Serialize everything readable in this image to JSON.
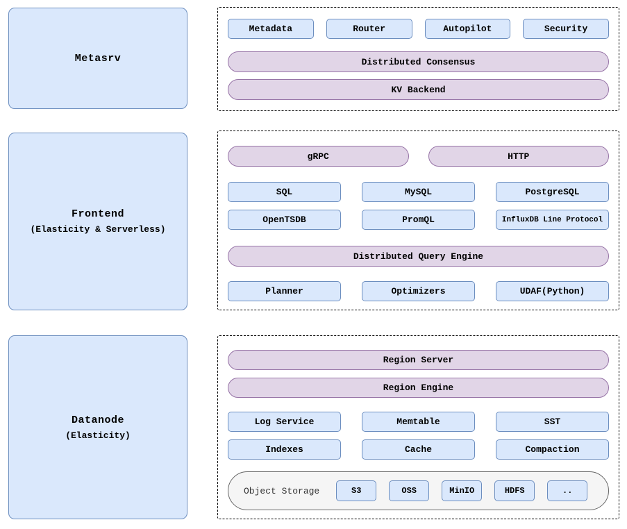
{
  "colors": {
    "box_fill": "#dae8fc",
    "box_border": "#6c8ebf",
    "pill_fill": "#e1d5e7",
    "pill_border": "#9673a6",
    "storage_fill": "#f5f5f5",
    "storage_border": "#666666",
    "panel_border": "#000000"
  },
  "metasrv": {
    "title": "Metasrv",
    "services": [
      "Metadata",
      "Router",
      "Autopilot",
      "Security"
    ],
    "consensus": "Distributed Consensus",
    "kv_backend": "KV Backend"
  },
  "frontend": {
    "title": "Frontend",
    "subtitle": "(Elasticity & Serverless)",
    "grpc": "gRPC",
    "http": "HTTP",
    "protocols_row1": [
      "SQL",
      "MySQL",
      "PostgreSQL"
    ],
    "protocols_row2": [
      "OpenTSDB",
      "PromQL",
      "InfluxDB Line Protocol"
    ],
    "query_engine": "Distributed Query Engine",
    "engine_parts": [
      "Planner",
      "Optimizers",
      "UDAF(Python)"
    ]
  },
  "datanode": {
    "title": "Datanode",
    "subtitle": "(Elasticity)",
    "region_server": "Region Server",
    "region_engine": "Region Engine",
    "components_row1": [
      "Log Service",
      "Memtable",
      "SST"
    ],
    "components_row2": [
      "Indexes",
      "Cache",
      "Compaction"
    ],
    "object_storage": {
      "label": "Object Storage",
      "backends": [
        "S3",
        "OSS",
        "MinIO",
        "HDFS",
        ".."
      ]
    }
  }
}
